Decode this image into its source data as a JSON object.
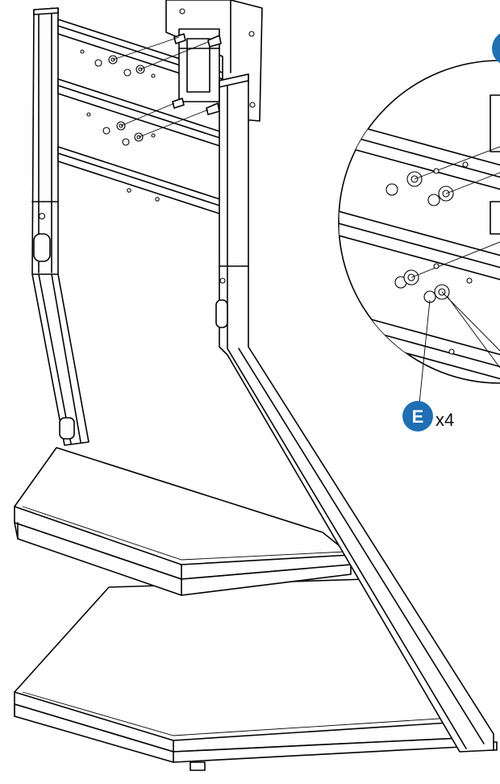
{
  "callout": {
    "part_letter": "E",
    "quantity_label": "x4",
    "badge_color": "#1f6fb4"
  },
  "icons": [
    "bolt-icon",
    "washer-icon",
    "magnifier-callout"
  ]
}
